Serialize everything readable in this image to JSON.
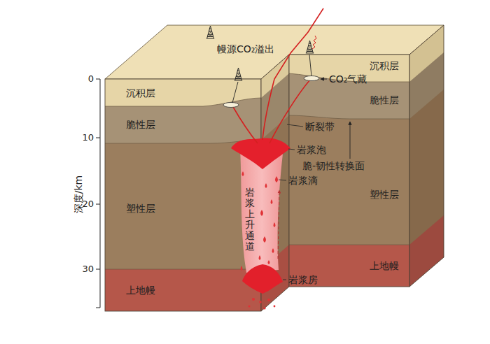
{
  "diagram": {
    "labels": [
      "深度/km",
      "0",
      "10",
      "20",
      "30",
      "沉积层",
      "脆性层",
      "塑性层",
      "上地幔",
      "沉积层",
      "脆性层",
      "塑性层",
      "上地幔",
      "幔源CO₂溢出",
      "CO₂气藏",
      "断裂带",
      "岩浆泡",
      "脆-韧性转换面",
      "岩浆滴",
      "岩浆上升通道",
      "岩浆房"
    ]
  }
}
